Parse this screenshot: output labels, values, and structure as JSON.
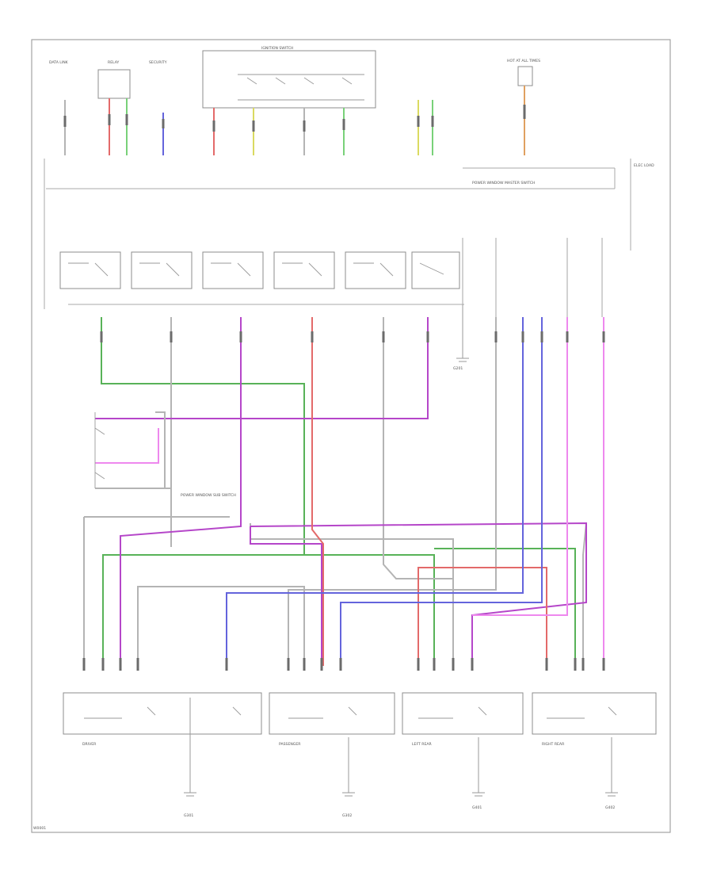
{
  "diagram": {
    "domain": "wiring-diagram",
    "colors": {
      "frame": "#9a9a9a",
      "wire_gray": "#b4b4b4",
      "wire_red": "#e36a6a",
      "wire_green": "#58b258",
      "wire_violet": "#b546c9",
      "wire_pink": "#ee88ee",
      "wire_blue": "#6464dc",
      "wire_lightgreen": "#79d179",
      "wire_yellow": "#dada60",
      "wire_olive": "#9c9a6a",
      "wire_orange": "#e0a060",
      "connector_dark": "#6b6b6b"
    },
    "labels": {
      "top_left_1": "DATA LINK",
      "top_left_2": "RELAY",
      "top_left_3": "SECURITY",
      "top_center": "IGNITION SWITCH",
      "top_right": "HOT AT ALL TIMES",
      "bus_left": "POWER WINDOW MASTER SWITCH",
      "bus_right": "ELEC LOAD",
      "ground_1": "G201",
      "ground_2": "G301",
      "ground_3": "G302",
      "ground_4": "G401",
      "ground_5": "G402",
      "mid_note": "POWER WINDOW SUB SWITCH",
      "footer": "W0001",
      "module_1": "DRIVER",
      "module_2": "PASSENGER",
      "module_3": "LEFT REAR",
      "module_4": "RIGHT REAR"
    }
  }
}
